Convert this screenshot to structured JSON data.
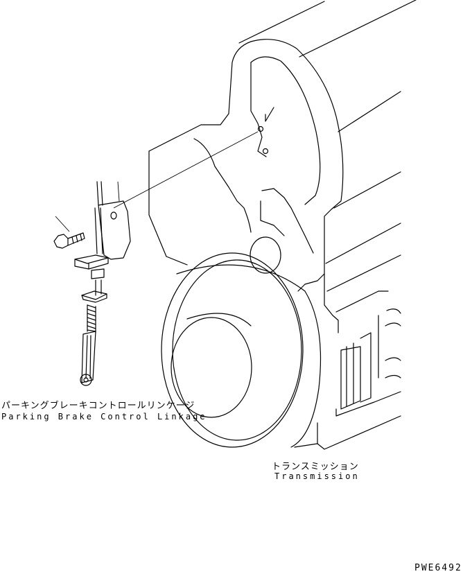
{
  "labels": {
    "parking_brake_jp": "パーキングブレーキコントロールリンケージ",
    "parking_brake_en": "Parking Brake Control Linkage",
    "transmission_jp": "トランスミッション",
    "transmission_en": "Transmission"
  },
  "drawing_code": "PWE6492"
}
